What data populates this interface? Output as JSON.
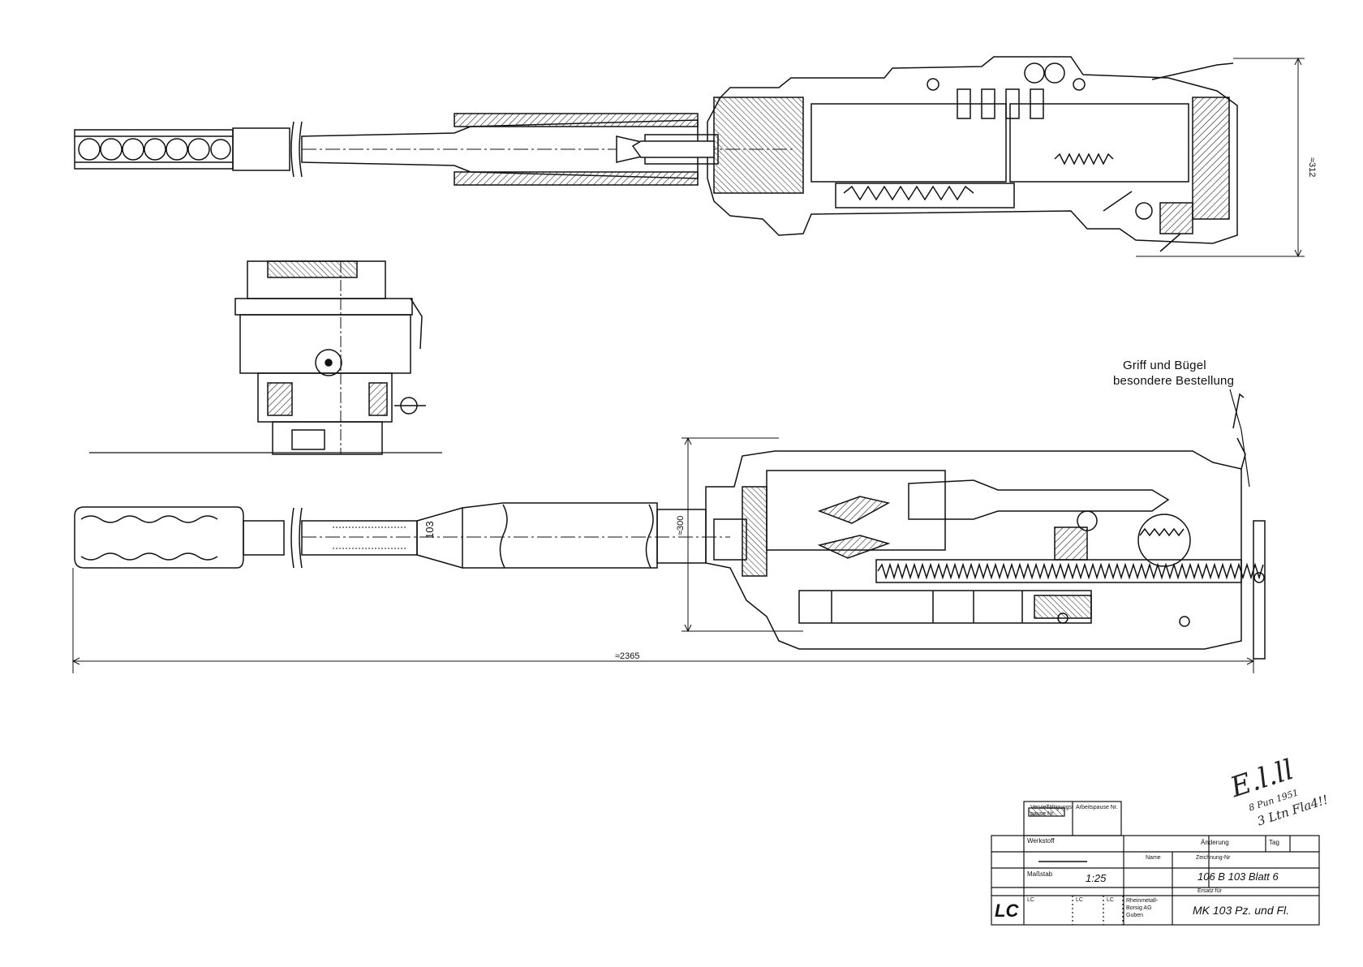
{
  "annotations": {
    "griff_line1": "Griff und Bügel",
    "griff_line2": "besondere Bestellung",
    "dim_height_top": "≈312",
    "dim_height_bottom": "≈300",
    "dim_length": "≈2365",
    "barrel_marking": "103"
  },
  "handwriting": {
    "main": "E.l.ll",
    "sub1": "8 Pun 1951",
    "sub2": "3 Ltn Fla4!!"
  },
  "title_block": {
    "vervielfaeltigung": "Vervielfältigungs-pause Nr.",
    "arbeitspause": "Arbeitspause Nr.",
    "werkstoff": "Werkstoff",
    "massstab_label": "Maßstab",
    "massstab_value": "1:25",
    "aenderung": "Änderung",
    "tag": "Tag",
    "name": "Name",
    "zeichnung_label": "Zeichnung-Nr",
    "zeichnung_value": "106 B 103 Blatt 6",
    "ersatz_fuer": "Ersatz für",
    "code": "LC",
    "cell_lc1": "LC",
    "cell_lc2": "LC",
    "cell_lc3": "LC",
    "maker": "Rheinmetall-Borsig AG Guben",
    "title": "MK 103 Pz. und Fl."
  }
}
